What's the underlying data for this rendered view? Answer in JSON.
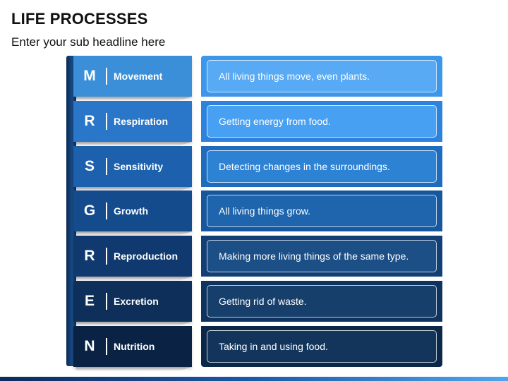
{
  "header": {
    "title": "LIFE PROCESSES",
    "subtitle": "Enter your sub headline here"
  },
  "rows": [
    {
      "letter": "M",
      "label": "Movement",
      "description": "All living things move, even plants."
    },
    {
      "letter": "R",
      "label": "Respiration",
      "description": "Getting energy from food."
    },
    {
      "letter": "S",
      "label": "Sensitivity",
      "description": "Detecting changes in the surroundings."
    },
    {
      "letter": "G",
      "label": "Growth",
      "description": "All living things grow."
    },
    {
      "letter": "R",
      "label": "Reproduction",
      "description": "Making more living things of the same type."
    },
    {
      "letter": "E",
      "label": "Excretion",
      "description": "Getting rid of waste."
    },
    {
      "letter": "N",
      "label": "Nutrition",
      "description": "Taking in and using food."
    }
  ],
  "colors": {
    "row_tones": [
      "#3a8fd8",
      "#2a76c9",
      "#1d60ad",
      "#144b8c",
      "#103a6f",
      "#0d2f59",
      "#0a2345"
    ]
  }
}
